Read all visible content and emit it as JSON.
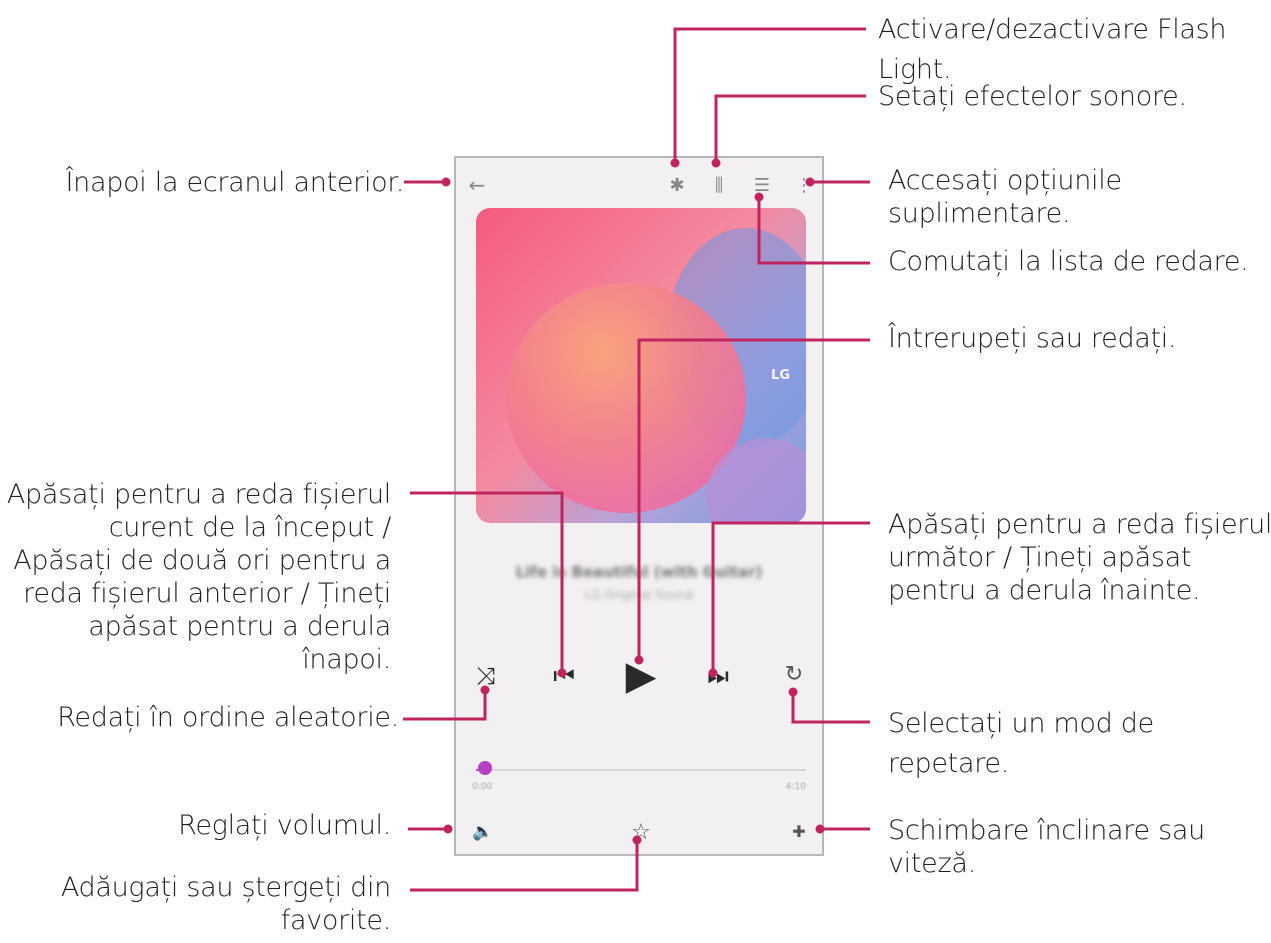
{
  "labels": {
    "flash": [
      "Activare/dezactivare Flash",
      "Light."
    ],
    "sound_effects": [
      "Setați efectelor sonore."
    ],
    "back": [
      "Înapoi la ecranul anterior."
    ],
    "more_options": [
      "Accesați opțiunile",
      "suplimentare."
    ],
    "playlist": [
      "Comutați la lista de redare."
    ],
    "pause_play": [
      "Întrerupeți sau redați."
    ],
    "previous": [
      "Apăsați pentru a reda fișierul",
      "curent de la început /",
      "Apăsați de două ori pentru a",
      "reda fișierul anterior / Țineți",
      "apăsat pentru a derula",
      "înapoi."
    ],
    "next": [
      "Apăsați pentru a reda fișierul",
      "următor / Țineți apăsat",
      "pentru a derula înainte."
    ],
    "shuffle": [
      "Redați în ordine aleatorie."
    ],
    "repeat": [
      "Selectați un mod de",
      "repetare."
    ],
    "volume": [
      "Reglați volumul."
    ],
    "tilt_speed": [
      "Schimbare înclinare sau",
      "viteză."
    ],
    "favorites": [
      "Adăugați sau ștergeți din",
      "favorite."
    ]
  },
  "phone": {
    "album_brand": "LG",
    "song_title": "Life is Beautiful (with Guitar)",
    "song_artist": "LG Original Sound",
    "time_elapsed": "0:00",
    "time_total": "4:10",
    "progress_fraction": 0.03,
    "icons": {
      "back": "←",
      "flash": "✱",
      "equalizer": "⫼",
      "playlist": "☰",
      "more": "⋮",
      "shuffle": "⤨",
      "previous": "⏮",
      "play": "▶",
      "next": "⏭",
      "repeat": "↻",
      "volume": "🔈",
      "favorite": "☆",
      "tilt": "✚"
    }
  },
  "colors": {
    "callout_line": "#c0245e",
    "progress": "#c04fc6"
  }
}
